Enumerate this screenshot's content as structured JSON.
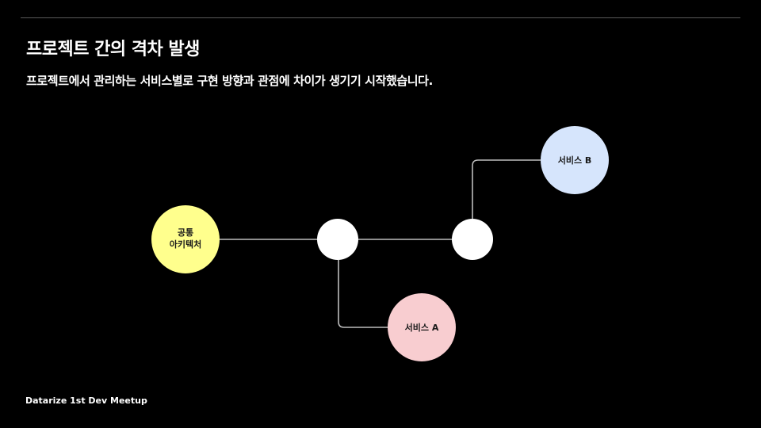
{
  "slide": {
    "title": "프로젝트 간의 격차 발생",
    "subtitle": "프로젝트에서 관리하는 서비스별로 구현 방향과 관점에 차이가 생기기 시작했습니다.",
    "footer": "Datarize 1st Dev Meetup"
  },
  "diagram": {
    "common": {
      "line1": "공통",
      "line2": "아키텍처",
      "color": "#ffff8d"
    },
    "service_a": {
      "label": "서비스 A",
      "color": "#f8cdd0"
    },
    "service_b": {
      "label": "서비스 B",
      "color": "#d6e5fc"
    },
    "junction_color": "#ffffff",
    "connector_color": "#bdbdbd"
  }
}
